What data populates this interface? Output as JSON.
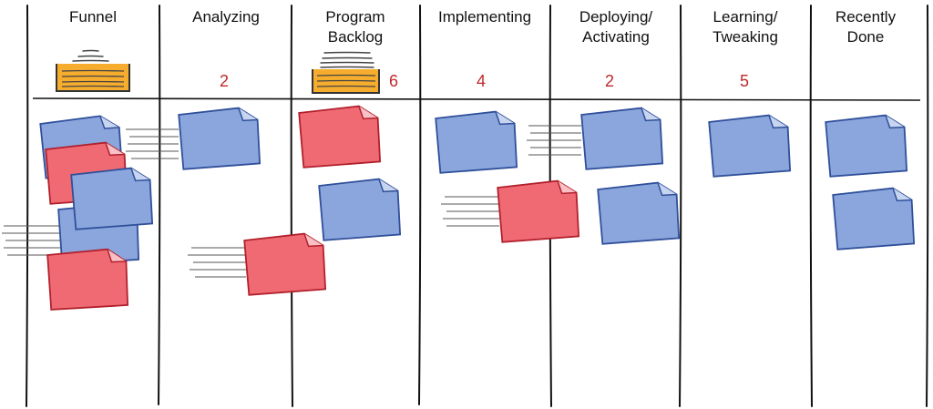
{
  "columns": [
    {
      "id": "funnel",
      "title_line1": "Funnel",
      "title_line2": "",
      "wip": "",
      "icon": "funnel-container-icon"
    },
    {
      "id": "analyzing",
      "title_line1": "Analyzing",
      "title_line2": "",
      "wip": "2",
      "icon": ""
    },
    {
      "id": "program-backlog",
      "title_line1": "Program",
      "title_line2": "Backlog",
      "wip": "6",
      "icon": "backlog-container-icon"
    },
    {
      "id": "implementing",
      "title_line1": "Implementing",
      "title_line2": "",
      "wip": "4",
      "icon": ""
    },
    {
      "id": "deploying",
      "title_line1": "Deploying/",
      "title_line2": "Activating",
      "wip": "2",
      "icon": ""
    },
    {
      "id": "learning",
      "title_line1": "Learning/",
      "title_line2": "Tweaking",
      "wip": "5",
      "icon": ""
    },
    {
      "id": "done",
      "title_line1": "Recently",
      "title_line2": "Done",
      "wip": "",
      "icon": ""
    }
  ],
  "colors": {
    "blue_fill": "#8aa6dc",
    "blue_stroke": "#2f4f9a",
    "red_fill": "#f06a74",
    "red_stroke": "#b1202c",
    "wip_text": "#c0282a",
    "container_fill": "#f6ad2e",
    "container_stroke": "#333333"
  }
}
